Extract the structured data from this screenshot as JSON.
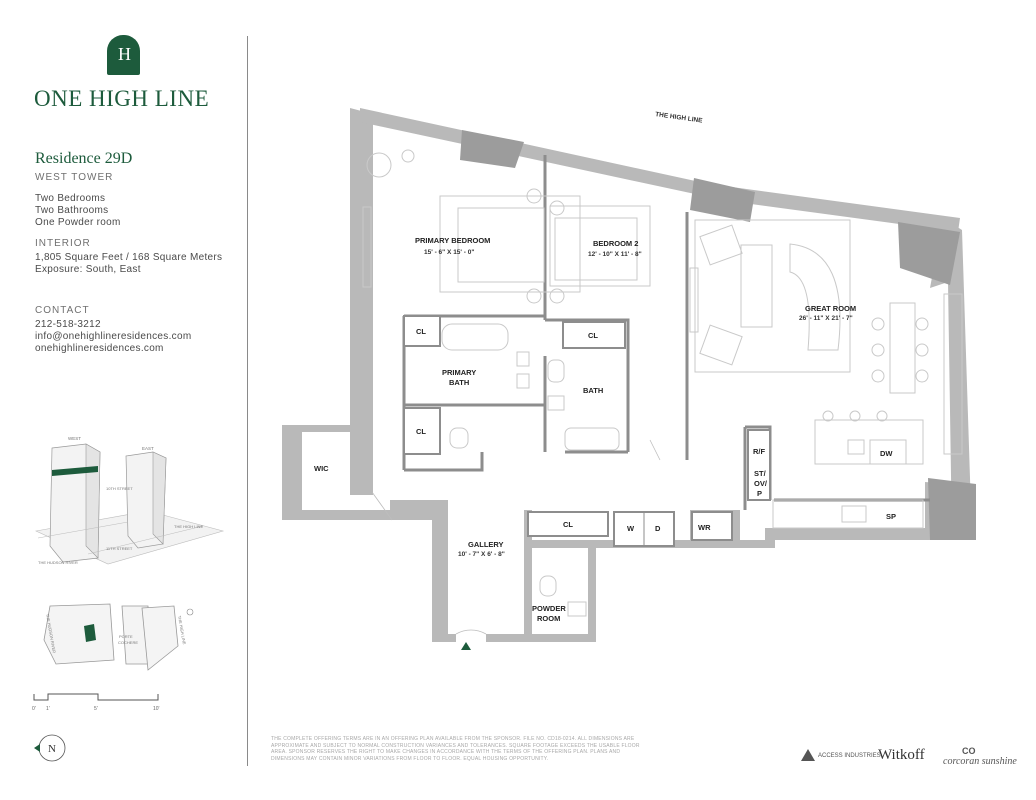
{
  "brand": {
    "logo_monogram": "H",
    "name": "ONE HIGH LINE",
    "accent_color": "#1d5b3c"
  },
  "residence": {
    "title": "Residence 29D",
    "tower": "WEST TOWER",
    "details": [
      "Two Bedrooms",
      "Two Bathrooms",
      "One Powder room"
    ]
  },
  "interior": {
    "heading": "INTERIOR",
    "area": "1,805 Square Feet / 168 Square Meters",
    "exposure": "Exposure: South, East"
  },
  "contact": {
    "heading": "CONTACT",
    "phone": "212-518-3212",
    "email": "info@onehighlineresidences.com",
    "website": "onehighlineresidences.com"
  },
  "key_plan": {
    "west_label": "WEST",
    "east_label": "EAST",
    "street_10": "10TH STREET",
    "street_11": "11TH STREET",
    "high_line": "THE HIGH LINE",
    "hudson": "THE HUDSON RIVER"
  },
  "site_plan": {
    "hudson": "THE HUDSON RIVER",
    "porte_cochere_1": "PORTE",
    "porte_cochere_2": "COCHERE",
    "high_line": "THE HIGH LINE"
  },
  "scale": {
    "ticks": [
      "0'",
      "1'",
      "5'",
      "10'"
    ]
  },
  "compass": {
    "label": "N"
  },
  "plan": {
    "high_line": "THE HIGH LINE",
    "rooms": {
      "primary_bedroom": {
        "name": "PRIMARY BEDROOM",
        "dims": "15' - 6\" X 15' - 0\""
      },
      "bedroom2": {
        "name": "BEDROOM 2",
        "dims": "12' - 10\" X 11' - 8\""
      },
      "great_room": {
        "name": "GREAT ROOM",
        "dims": "26' - 11\" X 21' - 7\""
      },
      "primary_bath_1": "PRIMARY",
      "primary_bath_2": "BATH",
      "bath": "BATH",
      "wic": "WIC",
      "gallery": {
        "name": "GALLERY",
        "dims": "10' - 7\" X 6' - 8\""
      },
      "powder_1": "POWDER",
      "powder_2": "ROOM"
    },
    "labels": {
      "cl": "CL",
      "rf": "R/F",
      "st": "ST/",
      "ov": "OV/",
      "p": "P",
      "dw": "DW",
      "sp": "SP",
      "wr": "WR",
      "w": "W",
      "d": "D"
    }
  },
  "disclaimer": "THE COMPLETE OFFERING TERMS ARE IN AN OFFERING PLAN AVAILABLE FROM THE SPONSOR. FILE NO. CD18-0214. ALL DIMENSIONS ARE APPROXIMATE AND SUBJECT TO NORMAL CONSTRUCTION VARIANCES AND TOLERANCES. SQUARE FOOTAGE EXCEEDS THE USABLE FLOOR AREA. SPONSOR RESERVES THE RIGHT TO MAKE CHANGES IN ACCORDANCE WITH THE TERMS OF THE OFFERING PLAN. PLANS AND DIMENSIONS MAY CONTAIN MINOR VARIATIONS FROM FLOOR TO FLOOR. EQUAL HOUSING OPPORTUNITY.",
  "developers": {
    "access": "ACCESS INDUSTRIES",
    "witkoff": "Witkoff",
    "corcoran_mark": "CO",
    "corcoran": "corcoran sunshine"
  }
}
